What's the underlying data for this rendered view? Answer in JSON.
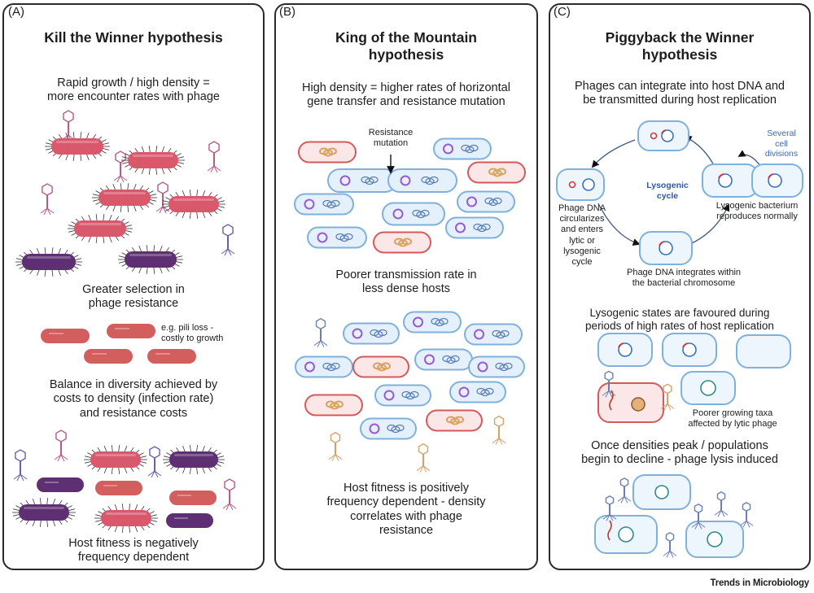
{
  "footer": "Trends in Microbiology",
  "panel_a": {
    "tag": "(A)",
    "title": "Kill the Winner hypothesis",
    "text1": [
      "Rapid growth / high density =",
      "more encounter rates with phage"
    ],
    "text2": [
      "Greater selection in",
      "phage resistance"
    ],
    "note": [
      "e.g. pili loss -",
      "costly to growth"
    ],
    "text3": [
      "Balance in diversity achieved by",
      "costs to density (infection rate)",
      "and resistance costs"
    ],
    "text4": [
      "Host fitness is negatively",
      "frequency dependent"
    ]
  },
  "panel_b": {
    "tag": "(B)",
    "title": [
      "King of the Mountain",
      "hypothesis"
    ],
    "text1": [
      "High density = higher rates of horizontal",
      "gene transfer and resistance mutation"
    ],
    "mutation_label": [
      "Resistance",
      "mutation"
    ],
    "text2": [
      "Poorer transmission rate in",
      "less dense hosts"
    ],
    "text3": [
      "Host fitness is positively",
      "frequency dependent - density",
      "correlates with phage",
      "resistance"
    ]
  },
  "panel_c": {
    "tag": "(C)",
    "title": [
      "Piggyback the Winner",
      "hypothesis"
    ],
    "text1": [
      "Phages can integrate into host DNA and",
      "be transmitted during host replication"
    ],
    "several": [
      "Several",
      "cell",
      "divisions"
    ],
    "cycle": [
      "Lysogenic",
      "cycle"
    ],
    "left_label": [
      "Phage DNA",
      "circularizes",
      "and enters",
      "lytic or",
      "lysogenic",
      "cycle"
    ],
    "right_label": [
      "Lysogenic bacterium",
      "reproduces normally"
    ],
    "bottom_label": [
      "Phage DNA integrates within",
      "the bacterial chromosome"
    ],
    "text2": [
      "Lysogenic states are favoured during",
      "periods of high rates of host replication"
    ],
    "poorer": [
      "Poorer growing taxa",
      "affected by lytic phage"
    ],
    "text3": [
      "Once densities peak / populations",
      "begin to decline - phage lysis induced"
    ]
  },
  "colors": {
    "pink": "#d9586c",
    "purple": "#5e2f72",
    "salmon": "#d25e5e",
    "blue_edge": "#7fb1dc",
    "blue_fill": "#e4f0fb",
    "red_edge": "#d45a5a",
    "red_fill": "#fbe7e7",
    "gold": "#d9a35a",
    "teal": "#2f8c88",
    "cycle_blue": "#2d57a7"
  }
}
